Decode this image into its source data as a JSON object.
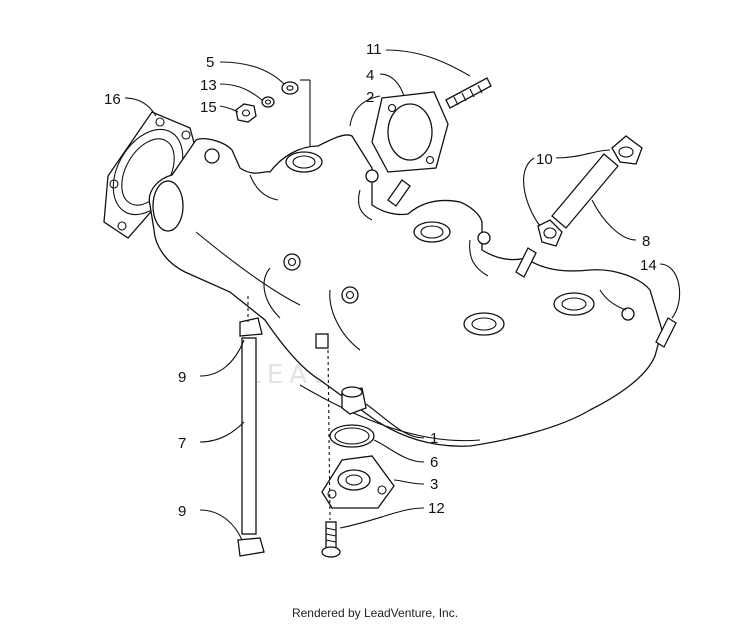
{
  "footer_text": "Rendered by LeadVenture, Inc.",
  "watermark_text": "LEADVENTURE",
  "callouts": [
    "1",
    "2",
    "3",
    "4",
    "5",
    "6",
    "7",
    "8",
    "9",
    "9",
    "10",
    "11",
    "12",
    "13",
    "14",
    "15",
    "16"
  ]
}
